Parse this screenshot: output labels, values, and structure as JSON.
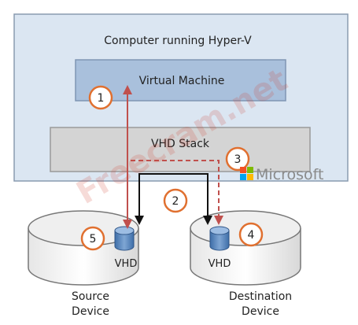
{
  "host": {
    "title": "Computer running Hyper-V"
  },
  "vm": {
    "label": "Virtual Machine"
  },
  "stack": {
    "label": "VHD Stack"
  },
  "source": {
    "disk_label": "VHD",
    "caption_line1": "Source",
    "caption_line2": "Device"
  },
  "destination": {
    "disk_label": "VHD",
    "caption_line1": "Destination",
    "caption_line2": "Device"
  },
  "steps": [
    "1",
    "2",
    "3",
    "4",
    "5"
  ],
  "watermark": "Freecram.net",
  "logo": {
    "text": "Microsoft"
  },
  "colors": {
    "host_fill": "#dbe6f2",
    "vm_fill": "#a9c0dc",
    "stack_fill": "#d4d4d4",
    "arrow_red": "#c0504d",
    "step_circle": "#e07030",
    "disk_blue": "#4f81bd"
  }
}
